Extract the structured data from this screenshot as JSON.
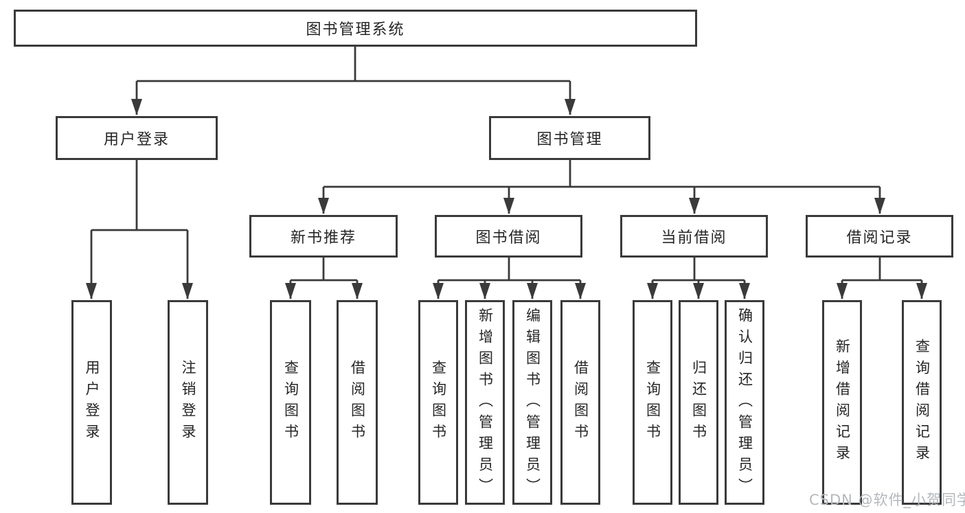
{
  "diagram": {
    "root": {
      "label": "图书管理系统",
      "children": [
        {
          "label": "用户登录",
          "children": [
            {
              "label": "用户登录"
            },
            {
              "label": "注销登录"
            }
          ]
        },
        {
          "label": "图书管理",
          "children": [
            {
              "label": "新书推荐",
              "children": [
                {
                  "label": "查询图书"
                },
                {
                  "label": "借阅图书"
                }
              ]
            },
            {
              "label": "图书借阅",
              "children": [
                {
                  "label": "查询图书"
                },
                {
                  "label": "新增图书（管理员）"
                },
                {
                  "label": "编辑图书（管理员）"
                },
                {
                  "label": "借阅图书"
                }
              ]
            },
            {
              "label": "当前借阅",
              "children": [
                {
                  "label": "查询图书"
                },
                {
                  "label": "归还图书"
                },
                {
                  "label": "确认归还（管理员）"
                }
              ]
            },
            {
              "label": "借阅记录",
              "children": [
                {
                  "label": "新增借阅记录"
                },
                {
                  "label": "查询借阅记录"
                }
              ]
            }
          ]
        }
      ]
    },
    "watermark": {
      "text": "CSDN @软件_小贺同学"
    },
    "colors": {
      "line": "#3a3a3a",
      "box_border": "#3a3a3a",
      "text": "#262626",
      "background": "#ffffff",
      "watermark": "#b4b8bc"
    }
  }
}
